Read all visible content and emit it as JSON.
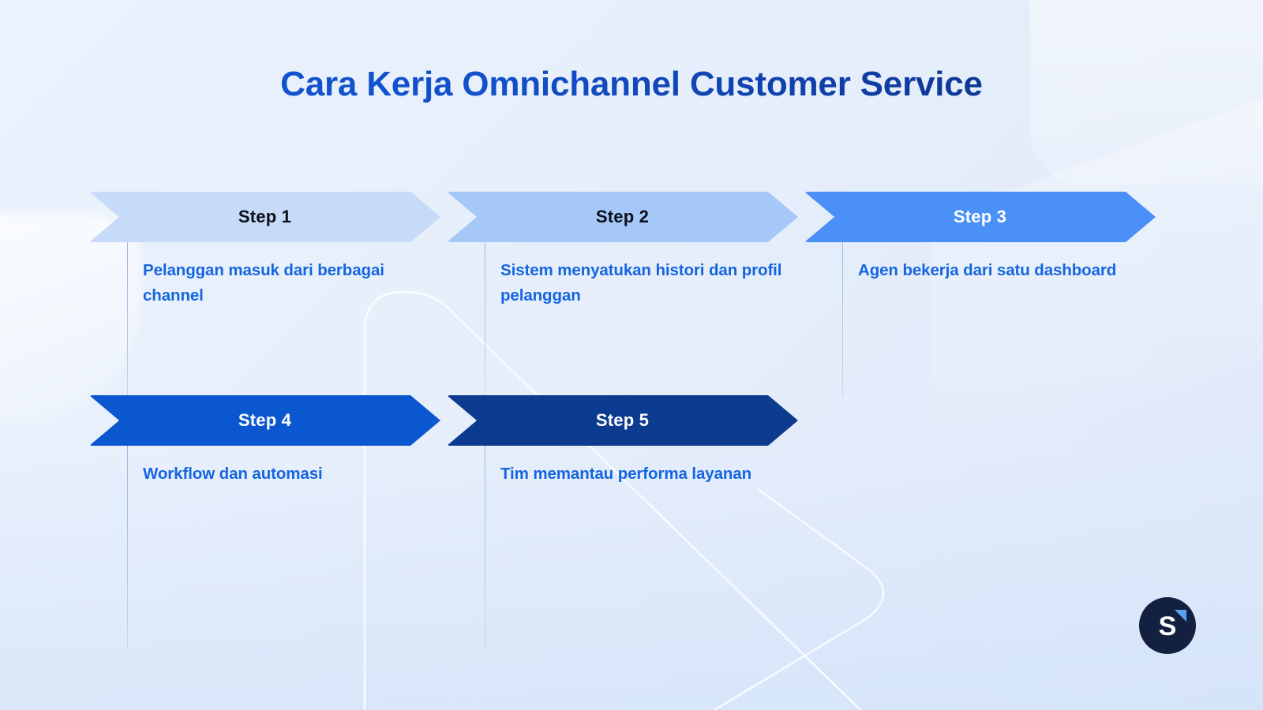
{
  "page": {
    "title": "Cara Kerja Omnichannel Customer Service",
    "background_color": "#e7effb",
    "title_gradient_from": "#1156d4",
    "title_gradient_to": "#0d2a66",
    "description_color": "#1565e0"
  },
  "steps": [
    {
      "label": "Step 1",
      "description": "Pelanggan masuk dari berbagai channel",
      "banner_color": "#c6dbf7",
      "label_color": "#0b0f19"
    },
    {
      "label": "Step 2",
      "description": "Sistem menyatukan histori dan profil pelanggan",
      "banner_color": "#a6c8f8",
      "label_color": "#0b0f19"
    },
    {
      "label": "Step 3",
      "description": "Agen bekerja dari satu dashboard",
      "banner_color": "#4a90f7",
      "label_color": "#ffffff"
    },
    {
      "label": "Step 4",
      "description": "Workflow dan automasi",
      "banner_color": "#0b57d0",
      "label_color": "#ffffff"
    },
    {
      "label": "Step 5",
      "description": "Tim memantau performa layanan",
      "banner_color": "#0c3b8f",
      "label_color": "#ffffff"
    }
  ],
  "logo": {
    "letter": "S",
    "circle_color": "#14203f",
    "accent_color": "#5aa0f0"
  }
}
